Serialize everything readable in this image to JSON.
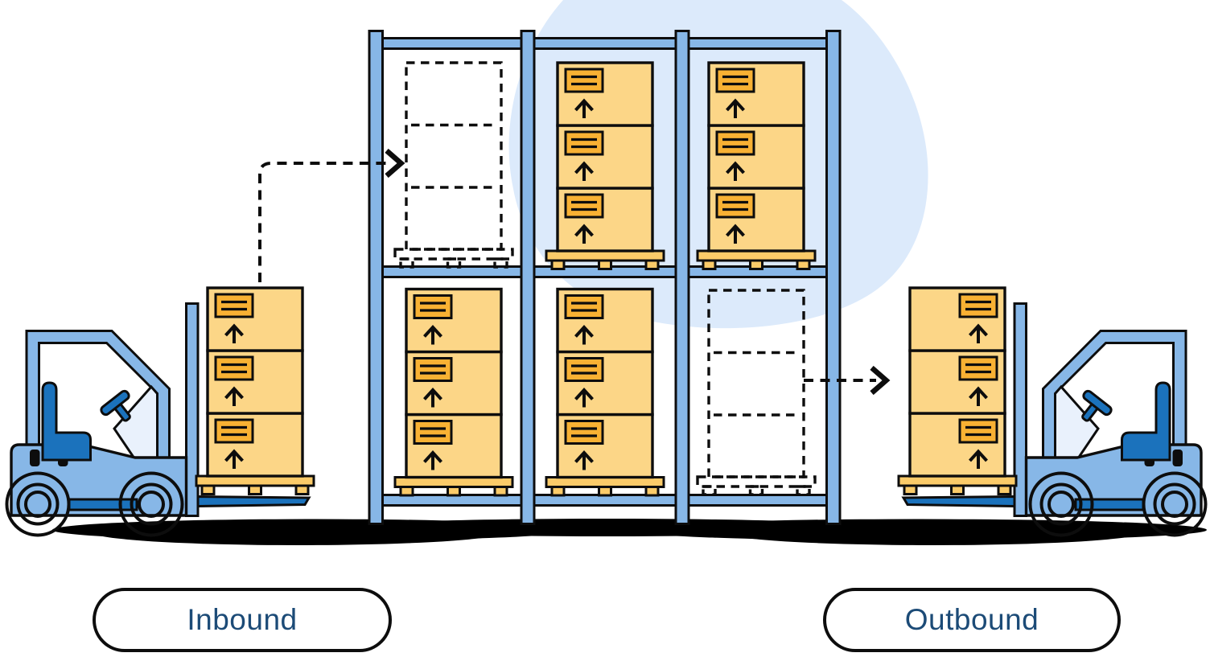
{
  "illustration": {
    "title": "Warehouse inbound and outbound pallet flow",
    "labels": {
      "inbound": "Inbound",
      "outbound": "Outbound"
    },
    "rack": {
      "bays": 3,
      "levels": 2,
      "filled_slots": 4,
      "empty_dashed_slots": 2,
      "boxes_per_pallet": 3
    },
    "forklifts": {
      "count": 2,
      "left_carries_boxes": 3,
      "right_carries_boxes": 3
    },
    "icons": [
      "forklift-icon",
      "pallet-icon",
      "box-icon",
      "shipping-label-icon",
      "this-way-up-arrow-icon",
      "dashed-empty-slot-icon",
      "dashed-flow-arrow-icon"
    ],
    "colors": {
      "forklift_blue": "#87B7E7",
      "accent_blue": "#1B72BC",
      "box_yellow": "#FCD687",
      "pallet_yellow": "#FBCB69",
      "label_orange": "#F8B133",
      "blob_blue": "#DCEAFB",
      "glass_blue": "#E9F1FC",
      "outline_black": "#0d0d0d",
      "text_navy": "#1C4B77",
      "ground_shadow": "#000000"
    }
  }
}
